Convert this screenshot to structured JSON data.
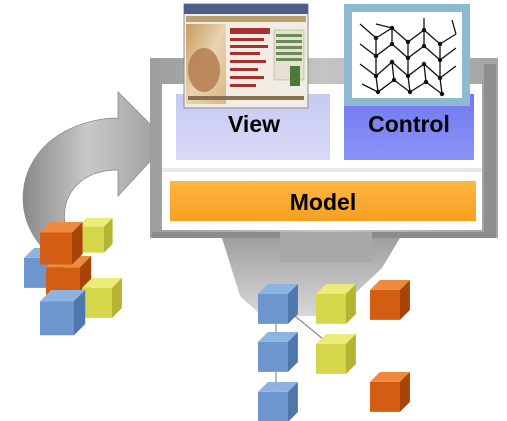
{
  "diagram": {
    "labels": {
      "view": "View",
      "control": "Control",
      "model": "Model"
    },
    "colors": {
      "frame": "#b4b4b4",
      "frame_dark": "#8c8c8c",
      "view_box": "#cfd0f4",
      "control_box": "#7d86f5",
      "model_bar": "#fcaa2d",
      "cube_blue": "#6c96cc",
      "cube_yellow": "#d6d64a",
      "cube_orange": "#d45d14",
      "screenshot_border": "#7aa8c8"
    },
    "icons": {
      "view_thumbnail": "web-page-thumbnail",
      "control_thumbnail": "circuit-graph-thumbnail",
      "return_arrow": "curved-arrow-icon"
    }
  }
}
